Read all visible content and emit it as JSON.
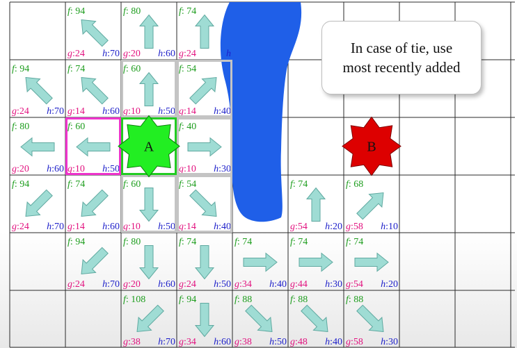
{
  "cells": [
    {
      "row": 0,
      "col": 1,
      "f": "94",
      "g": "24",
      "h": "70",
      "dir": "nw"
    },
    {
      "row": 0,
      "col": 2,
      "f": "80",
      "g": "20",
      "h": "60",
      "dir": "n"
    },
    {
      "row": 0,
      "col": 3,
      "f": "74",
      "g": "24",
      "h": "",
      "dir": "n"
    },
    {
      "row": 1,
      "col": 0,
      "f": "94",
      "g": "24",
      "h": "70",
      "dir": "nw"
    },
    {
      "row": 1,
      "col": 1,
      "f": "74",
      "g": "14",
      "h": "60",
      "dir": "nw"
    },
    {
      "row": 1,
      "col": 2,
      "f": "60",
      "g": "10",
      "h": "50",
      "dir": "n"
    },
    {
      "row": 1,
      "col": 3,
      "f": "54",
      "g": "14",
      "h": "40",
      "dir": "ne"
    },
    {
      "row": 2,
      "col": 0,
      "f": "80",
      "g": "20",
      "h": "60",
      "dir": "w"
    },
    {
      "row": 2,
      "col": 1,
      "f": "60",
      "g": "10",
      "h": "50",
      "dir": "w"
    },
    {
      "row": 2,
      "col": 3,
      "f": "40",
      "g": "10",
      "h": "30",
      "dir": "e"
    },
    {
      "row": 3,
      "col": 0,
      "f": "94",
      "g": "24",
      "h": "70",
      "dir": "sw"
    },
    {
      "row": 3,
      "col": 1,
      "f": "74",
      "g": "14",
      "h": "60",
      "dir": "sw"
    },
    {
      "row": 3,
      "col": 2,
      "f": "60",
      "g": "10",
      "h": "50",
      "dir": "s"
    },
    {
      "row": 3,
      "col": 3,
      "f": "54",
      "g": "14",
      "h": "40",
      "dir": "se"
    },
    {
      "row": 3,
      "col": 5,
      "f": "74",
      "g": "54",
      "h": "20",
      "dir": "n"
    },
    {
      "row": 3,
      "col": 6,
      "f": "68",
      "g": "58",
      "h": "10",
      "dir": "ne"
    },
    {
      "row": 4,
      "col": 1,
      "f": "94",
      "g": "24",
      "h": "70",
      "dir": "sw"
    },
    {
      "row": 4,
      "col": 2,
      "f": "80",
      "g": "20",
      "h": "60",
      "dir": "s"
    },
    {
      "row": 4,
      "col": 3,
      "f": "74",
      "g": "24",
      "h": "50",
      "dir": "s"
    },
    {
      "row": 4,
      "col": 4,
      "f": "74",
      "g": "34",
      "h": "40",
      "dir": "e"
    },
    {
      "row": 4,
      "col": 5,
      "f": "74",
      "g": "44",
      "h": "30",
      "dir": "e"
    },
    {
      "row": 4,
      "col": 6,
      "f": "74",
      "g": "54",
      "h": "20",
      "dir": "e"
    },
    {
      "row": 5,
      "col": 2,
      "f": "108",
      "g": "38",
      "h": "70",
      "dir": "sw"
    },
    {
      "row": 5,
      "col": 3,
      "f": "94",
      "g": "34",
      "h": "60",
      "dir": "s"
    },
    {
      "row": 5,
      "col": 4,
      "f": "88",
      "g": "38",
      "h": "50",
      "dir": "se"
    },
    {
      "row": 5,
      "col": 5,
      "f": "88",
      "g": "48",
      "h": "40",
      "dir": "se"
    },
    {
      "row": 5,
      "col": 6,
      "f": "88",
      "g": "58",
      "h": "30",
      "dir": "se"
    }
  ],
  "labels": {
    "f": "f",
    "g": "g",
    "h": "h"
  },
  "start": {
    "row": 2,
    "col": 2,
    "label": "A",
    "color": "#22ee22"
  },
  "goal": {
    "row": 2,
    "col": 6,
    "label": "B",
    "color": "#dd0000"
  },
  "selected_cell": {
    "row": 2,
    "col": 1
  },
  "expanded_cells": [
    [
      1,
      2
    ],
    [
      1,
      3
    ],
    [
      2,
      3
    ],
    [
      3,
      2
    ],
    [
      3,
      3
    ]
  ],
  "callout": {
    "text": "In case of tie, use\nmost recently added"
  },
  "colors": {
    "f_text": "#1e9d1e",
    "g_text": "#e2127f",
    "h_text": "#1c1ec9",
    "arrow_fill": "#9fdcd4",
    "arrow_stroke": "#5fa9a0",
    "obstacle": "#1f5fe8",
    "selected_border": "#ee33cc",
    "expanded_border": "#c4c4c4",
    "start_border": "#22cc22"
  }
}
